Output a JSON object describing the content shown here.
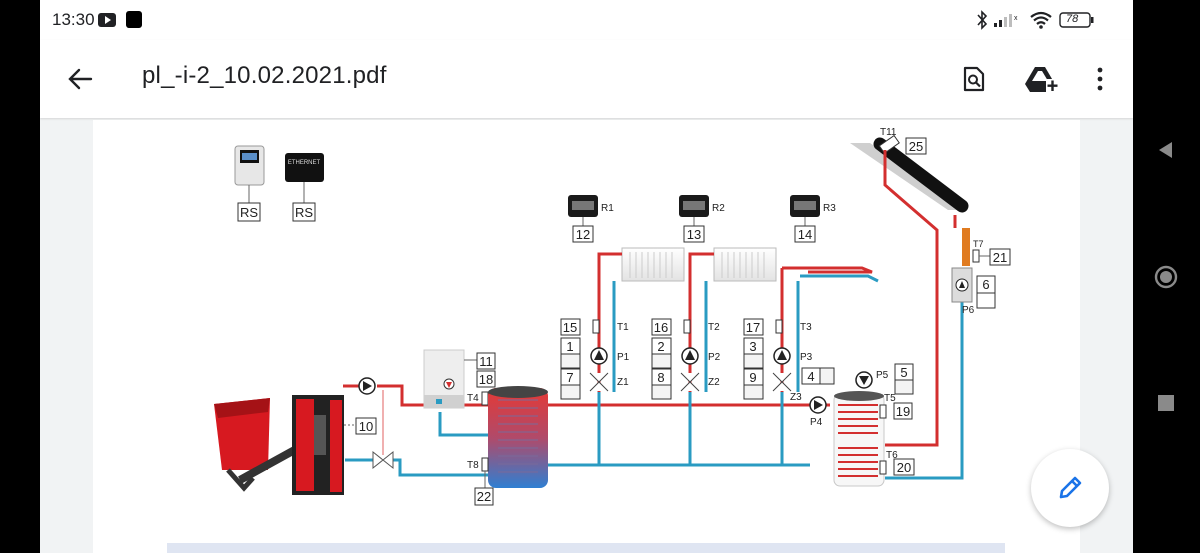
{
  "status_bar": {
    "time": "13:30",
    "battery": "78"
  },
  "app_bar": {
    "title": "pl_-i-2_10.02.2021.pdf"
  },
  "schematic": {
    "rs_labels": [
      "RS",
      "RS"
    ],
    "ethernet_label": "ETHERNET",
    "room_units": [
      {
        "tag": "R1",
        "number": "12"
      },
      {
        "tag": "R2",
        "number": "13"
      },
      {
        "tag": "R3",
        "number": "14"
      }
    ],
    "solar": {
      "sensor_tag": "T11",
      "sensor_number": "25",
      "t7_tag": "T7",
      "t7_number": "21",
      "pump_tag": "P6",
      "pump_number": "6"
    },
    "circuits": [
      {
        "sensor_number": "15",
        "sensor_tag": "T1",
        "pump_number": "1",
        "pump_tag": "P1",
        "valve_number": "7",
        "valve_tag": "Z1"
      },
      {
        "sensor_number": "16",
        "sensor_tag": "T2",
        "pump_number": "2",
        "pump_tag": "P2",
        "valve_number": "8",
        "valve_tag": "Z2"
      },
      {
        "sensor_number": "17",
        "sensor_tag": "T3",
        "pump_number": "3",
        "pump_tag": "P3",
        "valve_number": "9",
        "valve_tag": "Z3"
      }
    ],
    "boiler": {
      "number": "10"
    },
    "controller": {
      "number_1": "11",
      "number_2": "18",
      "t4_tag": "T4"
    },
    "buffer": {
      "t8_tag": "T8",
      "t8_number": "22"
    },
    "dhw": {
      "p4_number": "4",
      "p4_tag": "P4",
      "p5_tag": "P5",
      "p5_number": "5",
      "t5_tag": "T5",
      "t5_number": "19",
      "t6_tag": "T6",
      "t6_number": "20"
    }
  }
}
